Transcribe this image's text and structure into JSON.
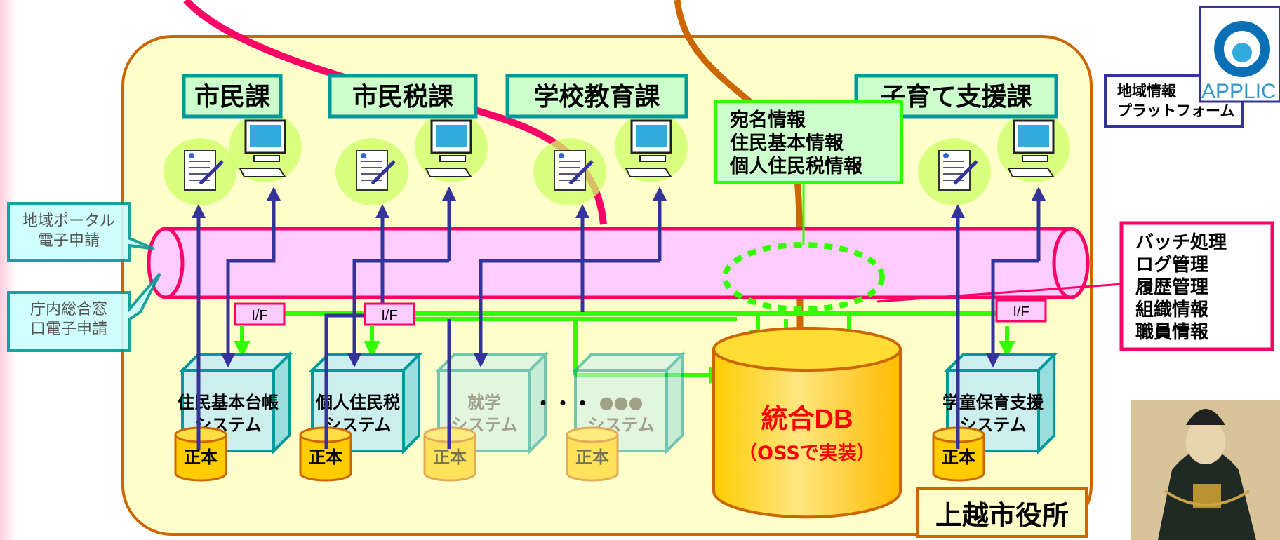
{
  "departments": [
    {
      "label": "市民課"
    },
    {
      "label": "市民税課"
    },
    {
      "label": "学校教育課"
    },
    {
      "label": "子育て支援課"
    }
  ],
  "info_box": {
    "lines": [
      "宛名情報",
      "住民基本情報",
      "個人住民税情報"
    ]
  },
  "portal_callouts": [
    {
      "lines": [
        "地域ポータル",
        "電子申請"
      ]
    },
    {
      "lines": [
        "庁内総合窓",
        "口電子申請"
      ]
    }
  ],
  "batch_box": {
    "lines": [
      "バッチ処理",
      "ログ管理",
      "履歴管理",
      "組織情報",
      "職員情報"
    ]
  },
  "interfaces": [
    {
      "label": "I/F"
    },
    {
      "label": "I/F"
    },
    {
      "label": "I/F"
    }
  ],
  "systems": [
    {
      "lines": [
        "住民基本台帳",
        "システム"
      ],
      "faded": false
    },
    {
      "lines": [
        "個人住民税",
        "システム"
      ],
      "faded": false
    },
    {
      "lines": [
        "就学",
        "システム"
      ],
      "faded": true
    },
    {
      "lines": [
        "●●●",
        "システム"
      ],
      "faded": true
    },
    {
      "lines": [
        "学童保育支援",
        "システム"
      ],
      "faded": false
    }
  ],
  "ellipsis": "・・・",
  "master_label": "正本",
  "integrated_db": {
    "title": "統合DB",
    "subtitle": "（OSSで実装）"
  },
  "city_hall": "上越市役所",
  "platform": {
    "lines": [
      "地域情報",
      "プラットフォーム"
    ],
    "logo_text": "APPLIC"
  },
  "colors": {
    "area_fill": "#ffffcc",
    "area_stroke": "#cc6600",
    "dept_fill": "#ccffcc",
    "dept_stroke": "#009999",
    "bus_fill": "#ffccff",
    "bus_stroke": "#ff0066",
    "arrow_blue": "#333399",
    "arrow_green": "#33ff00",
    "db_fill": "#ffcc00",
    "db_text": "#ff0000",
    "callout_fill": "#ccffff",
    "callout_stroke": "#009999",
    "cable_magenta": "#ff0066",
    "cable_orange": "#cc6600"
  }
}
